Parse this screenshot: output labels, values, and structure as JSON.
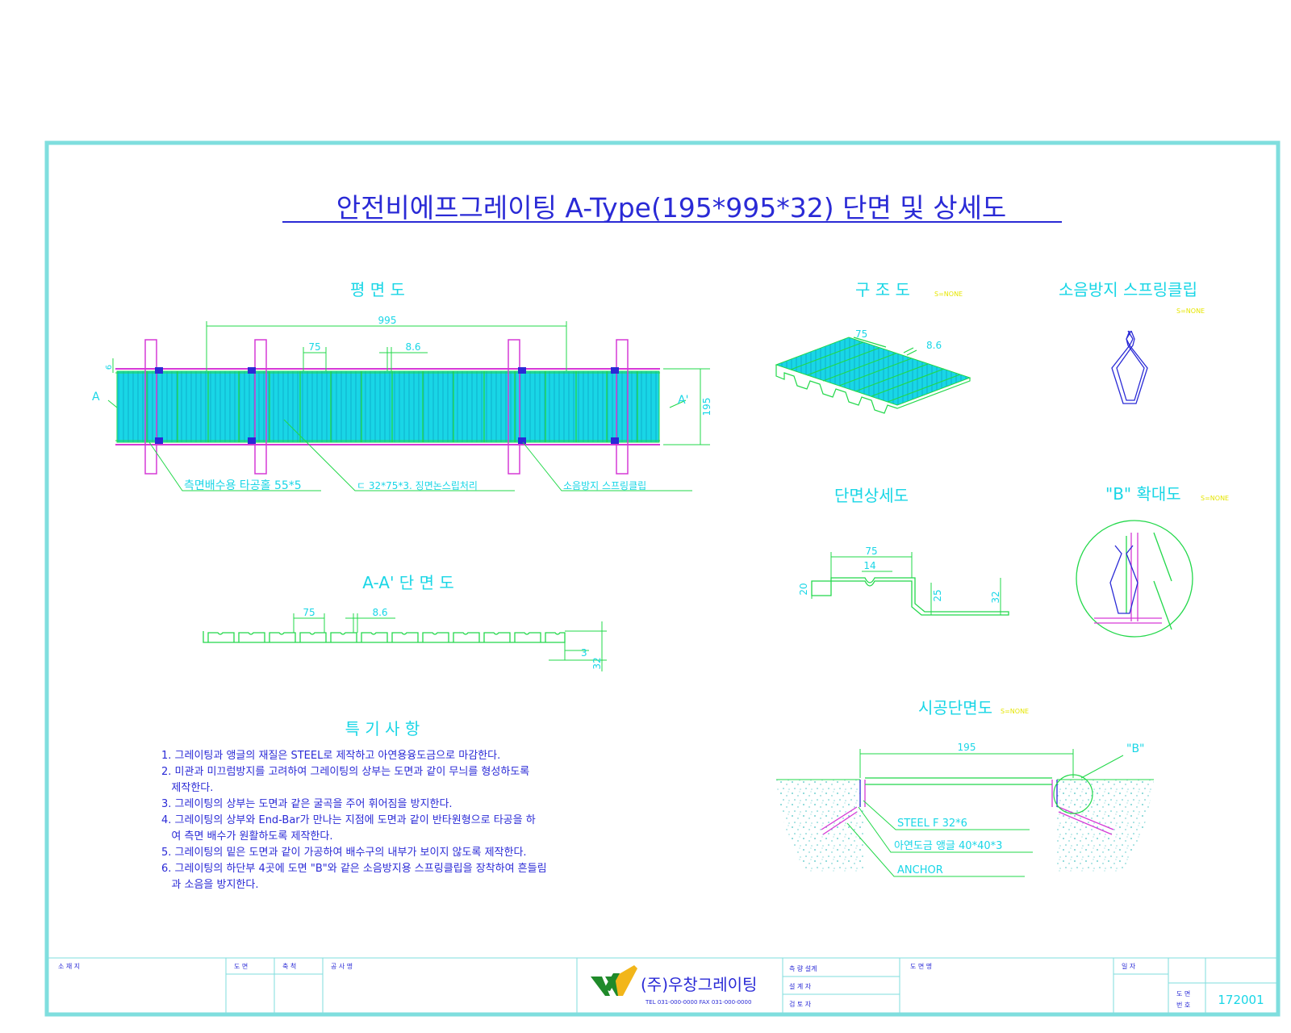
{
  "title": "안전비에프그레이팅 A-Type(195*995*32) 단면 및 상세도",
  "plan": {
    "heading": "평 면 도",
    "dim_total": "995",
    "dim_pitch": "75",
    "dim_thk": "8.6",
    "dim_width": "195",
    "dim_6": "6",
    "section_left": "A",
    "section_right": "A'",
    "callout_1": "측면배수용 타공홀 55*5",
    "callout_2": "ㄷ 32*75*3. 징면논스립처리",
    "callout_3": "소음방지 스프링클립"
  },
  "section_aa": {
    "heading": "A-A' 단 면 도",
    "dim_pitch": "75",
    "dim_thk": "8.6",
    "dim_3": "3",
    "dim_32": "32"
  },
  "notes": {
    "heading": "특 기 사 항",
    "lines": [
      "1. 그레이팅과 앵글의 재질은 STEEL로 제작하고 아연용융도금으로 마감한다.",
      "2. 미관과 미끄럼방지를 고려하여 그레이팅의 상부는 도면과 같이 무늬를 형성하도록",
      "   제작한다.",
      "3. 그레이팅의 상부는 도면과 같은 굴곡을 주어 휘어짐을 방지한다.",
      "4. 그레이팅의 상부와  End-Bar가 만나는 지점에 도면과 같이 반타원형으로 타공을 하",
      "   여 측면 배수가 원활하도록 제작한다.",
      "5. 그레이팅의   밑은 도면과 같이 가공하여 배수구의 내부가 보이지 않도록 제작한다.",
      "6. 그레이팅의 하단부 4곳에 도면 \"B\"와 같은 소음방지용 스프링클립을 장착하여 흔들림",
      "   과 소음을 방지한다."
    ]
  },
  "structure": {
    "heading": "구 조 도",
    "scale": "S=NONE",
    "dim_pitch": "75",
    "dim_thk": "8.6"
  },
  "clip": {
    "heading": "소음방지 스프링클립",
    "scale": "S=NONE"
  },
  "detail_section": {
    "heading": "단면상세도",
    "dim_75": "75",
    "dim_14": "14",
    "dim_20": "20",
    "dim_25": "25",
    "dim_32": "32"
  },
  "enlarge_b": {
    "heading": "\"B\" 확대도",
    "scale": "S=NONE"
  },
  "install": {
    "heading": "시공단면도",
    "scale": "S=NONE",
    "dim_195": "195",
    "label_b": "\"B\"",
    "callout_1": "STEEL F 32*6",
    "callout_2": "아연도금 앵글 40*40*3",
    "callout_3": "ANCHOR"
  },
  "title_block": {
    "cells": [
      "소 재 지",
      "도 면",
      "축 척",
      "공 사 명",
      "측 량 설계",
      "설 계 자",
      "검 토 자",
      "도 면 명",
      "일 자"
    ],
    "company": "(주)우창그레이팅",
    "company_contact": "TEL 031-000-0000  FAX 031-000-0000",
    "drawing_no_label_1": "도 면",
    "drawing_no_label_2": "번 호",
    "drawing_no": "172001"
  },
  "colors": {
    "border": "#7fdede",
    "cyan": "#19d6e6",
    "green": "#22d84a",
    "blue": "#2a2ad6",
    "magenta": "#d63ad6",
    "yellow": "#e6e600"
  }
}
